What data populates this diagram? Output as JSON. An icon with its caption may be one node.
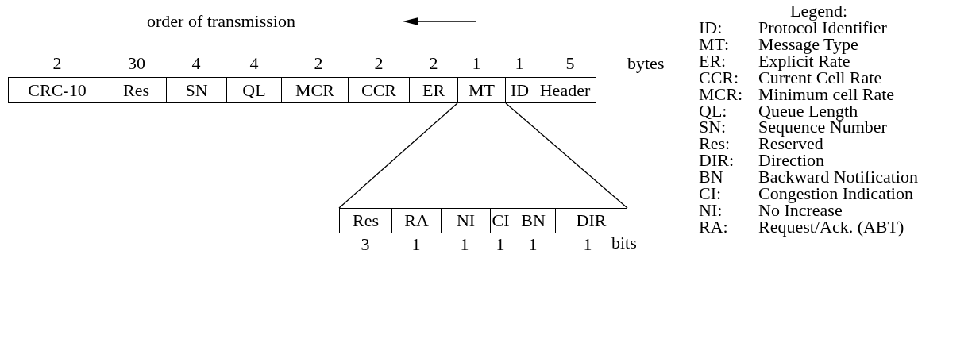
{
  "diagram": {
    "nodes": [
      {
        "text": [
          "CRC-10"
        ],
        "beside": [
          "2"
        ]
      },
      {
        "text": [
          "Res"
        ],
        "beside": [
          "30"
        ]
      },
      {
        "text": [
          "SN"
        ],
        "beside": [
          "4"
        ]
      },
      {
        "text": [
          "QL"
        ],
        "beside": [
          "4"
        ]
      },
      {
        "text": [
          "MCR"
        ],
        "beside": [
          "2"
        ]
      },
      {
        "text": [
          "CCR"
        ],
        "beside": [
          "2"
        ]
      },
      {
        "text": [
          "ER"
        ],
        "beside": [
          "2"
        ]
      },
      {
        "text": [
          "MT"
        ],
        "beside": [
          "1"
        ]
      },
      {
        "text": [
          "ID"
        ],
        "beside": [
          "1"
        ]
      },
      {
        "text": [
          "Header"
        ],
        "beside": [
          "5"
        ]
      },
      {
        "text": [
          "Res"
        ],
        "beside": [
          "3"
        ]
      },
      {
        "text": [
          "RA"
        ],
        "beside": [
          "1"
        ]
      },
      {
        "text": [
          "NI"
        ],
        "beside": [
          "1"
        ]
      },
      {
        "text": [
          "CI"
        ],
        "beside": [
          "1"
        ]
      },
      {
        "text": [
          "BN"
        ],
        "beside": [
          "1"
        ]
      },
      {
        "text": [
          "DIR"
        ],
        "beside": [
          "1"
        ]
      }
    ],
    "edges": [
      {
        "from": 7,
        "to": 10,
        "arrow": "none"
      },
      {
        "from": 7,
        "to": 15,
        "arrow": "none"
      }
    ],
    "labels": [
      "order of transmission",
      "bytes",
      "bits",
      "Legend:",
      "ID:",
      "Protocol Identifier",
      "MT:",
      "Message Type",
      "ER:",
      "Explicit Rate",
      "CCR:",
      "Current Cell Rate",
      "MCR:",
      "Minimum cell Rate",
      "QL:",
      "Queue Length",
      "SN:",
      "Sequence Number",
      "Res:",
      "Reserved",
      "DIR:",
      "Direction",
      "BN",
      "Backward Notification",
      "CI:",
      "Congestion Indication",
      "NI:",
      "No Increase",
      "RA:",
      "Request/Ack. (ABT)"
    ]
  }
}
